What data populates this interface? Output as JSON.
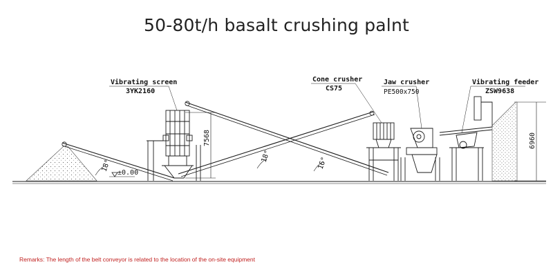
{
  "title": "50-80t/h basalt crushing palnt",
  "equipment": {
    "vibrating_screen": {
      "name": "Vibrating  screen",
      "model": "3YK2160"
    },
    "cone_crusher": {
      "name": "Cone crusher",
      "model": "CS75"
    },
    "jaw_crusher": {
      "name": "Jaw crusher",
      "model": "PE500x750"
    },
    "vibrating_feeder": {
      "name": "Vibrating feeder",
      "model": "ZSW9638"
    }
  },
  "dimensions": {
    "screen_height": "7568",
    "feeder_height": "6960",
    "ground_level": "±0.00"
  },
  "angles": {
    "stockpile_conveyor": "18°",
    "return_conveyor": "18°",
    "feed_conveyor": "16°"
  },
  "remarks": "Remarks: The length of the belt conveyor is related to the location of the on-site equipment",
  "colors": {
    "remarks": "#c0201f",
    "line": "#1a1a1a"
  }
}
